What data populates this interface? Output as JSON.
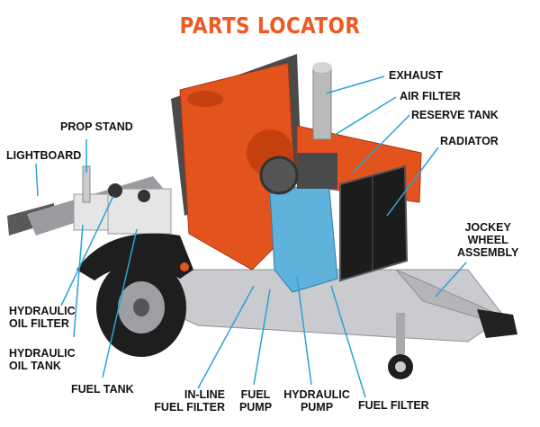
{
  "title": "PARTS LOCATOR",
  "colors": {
    "title": "#ee5a24",
    "leader": "#29a3d6",
    "engine_body": "#e2531d",
    "engine_block": "#5fb2dc",
    "radiator": "#1c1c1c",
    "chassis": "#c7c9cc",
    "tire": "#1e1e1e"
  },
  "labels": {
    "exhaust": "EXHAUST",
    "air_filter": "AIR FILTER",
    "reserve_tank": "RESERVE TANK",
    "radiator": "RADIATOR",
    "prop_stand": "PROP STAND",
    "lightboard": "LIGHTBOARD",
    "jockey_wheel": [
      "JOCKEY",
      "WHEEL",
      "ASSEMBLY"
    ],
    "hydraulic_oil_filter": [
      "HYDRAULIC",
      "OIL FILTER"
    ],
    "hydraulic_oil_tank": [
      "HYDRAULIC",
      "OIL TANK"
    ],
    "fuel_tank": "FUEL TANK",
    "inline_fuel_filter": [
      "IN-LINE",
      "FUEL FILTER"
    ],
    "fuel_pump": [
      "FUEL",
      "PUMP"
    ],
    "hydraulic_pump": [
      "HYDRAULIC",
      "PUMP"
    ],
    "fuel_filter": "FUEL FILTER"
  }
}
